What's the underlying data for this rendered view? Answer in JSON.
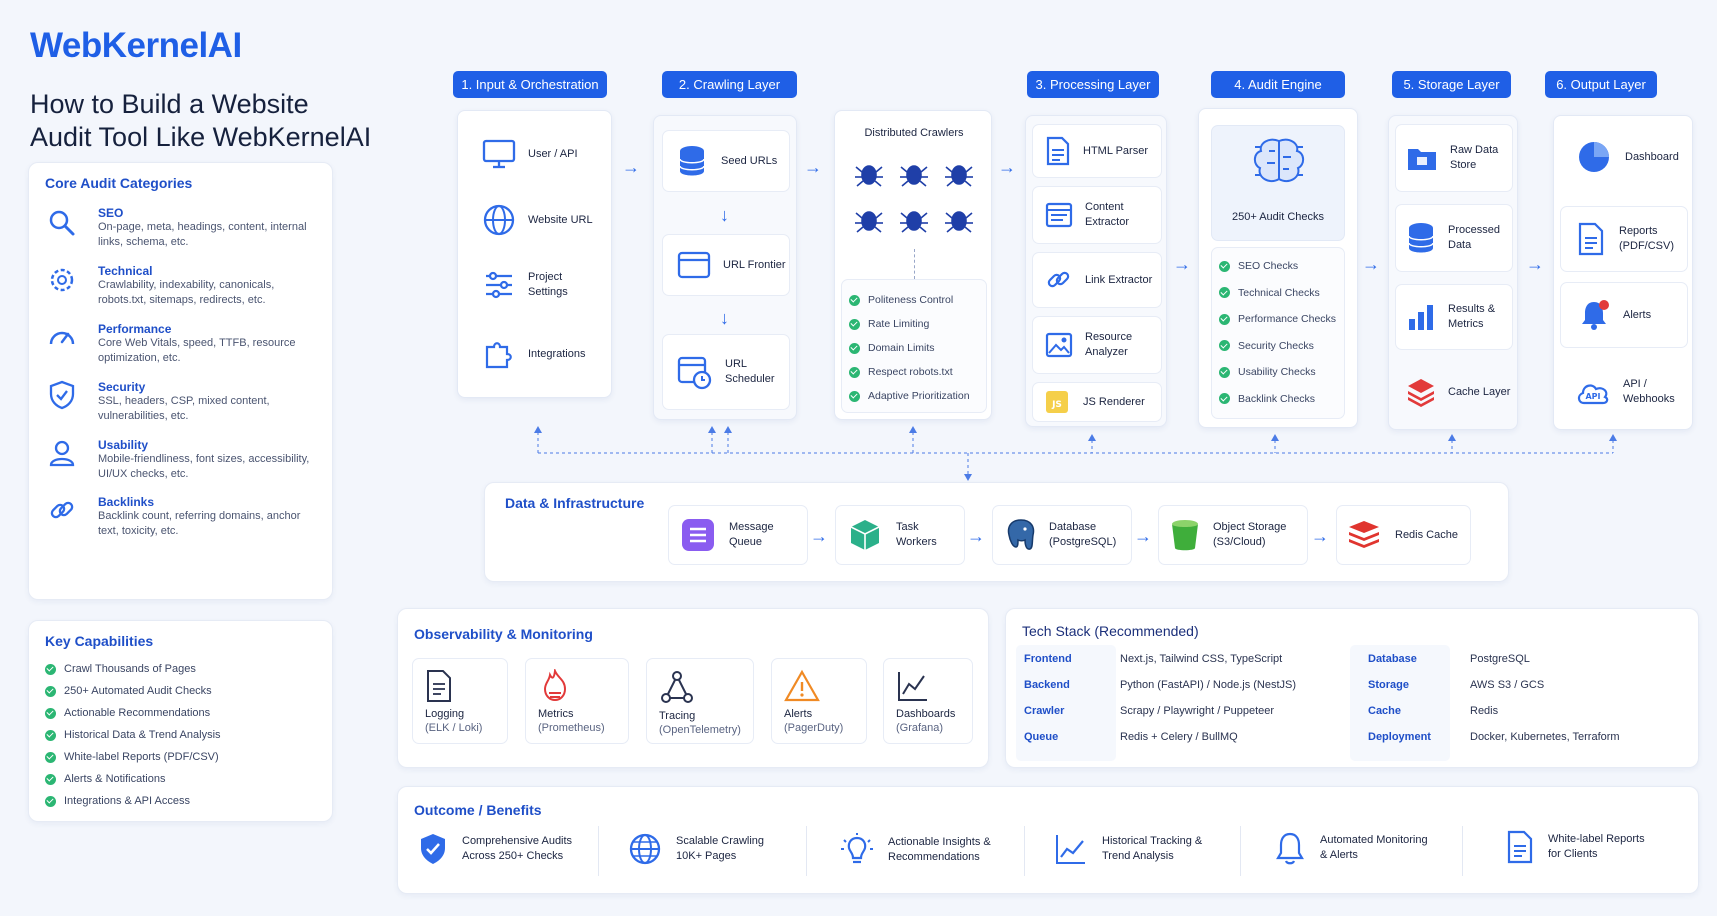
{
  "brand": "WebKernelAI",
  "title_line1": "How to Build a Website",
  "title_line2": "Audit Tool Like WebKernelAI",
  "core": {
    "title": "Core Audit Categories",
    "items": [
      {
        "name": "SEO",
        "desc": "On-page, meta, headings, content, internal links, schema, etc."
      },
      {
        "name": "Technical",
        "desc": "Crawlability, indexability, canonicals, robots.txt, sitemaps, redirects, etc."
      },
      {
        "name": "Performance",
        "desc": "Core Web Vitals, speed, TTFB, resource optimization, etc."
      },
      {
        "name": "Security",
        "desc": "SSL, headers, CSP, mixed content, vulnerabilities, etc."
      },
      {
        "name": "Usability",
        "desc": "Mobile-friendliness, font sizes, accessibility, UI/UX checks, etc."
      },
      {
        "name": "Backlinks",
        "desc": "Backlink count, referring domains, anchor text, toxicity, etc."
      }
    ]
  },
  "caps": {
    "title": "Key Capabilities",
    "items": [
      "Crawl Thousands of Pages",
      "250+ Automated Audit Checks",
      "Actionable Recommendations",
      "Historical Data & Trend Analysis",
      "White-label Reports (PDF/CSV)",
      "Alerts & Notifications",
      "Integrations & API Access"
    ]
  },
  "layers": {
    "l1": "1. Input & Orchestration",
    "l2": "2. Crawling Layer",
    "l3": "3. Processing Layer",
    "l4": "4. Audit Engine",
    "l5": "5. Storage Layer",
    "l6": "6. Output Layer"
  },
  "input": {
    "a": "User / API",
    "b": "Website URL",
    "c1": "Project",
    "c2": "Settings",
    "d": "Integrations"
  },
  "crawl": {
    "seed": "Seed URLs",
    "frontier": "URL Frontier",
    "sched1": "URL",
    "sched2": "Scheduler"
  },
  "dist": {
    "title": "Distributed Crawlers",
    "items": [
      "Politeness Control",
      "Rate Limiting",
      "Domain Limits",
      "Respect robots.txt",
      "Adaptive Prioritization"
    ]
  },
  "proc": {
    "a": "HTML Parser",
    "b1": "Content",
    "b2": "Extractor",
    "c": "Link Extractor",
    "d1": "Resource",
    "d2": "Analyzer",
    "e": "JS Renderer"
  },
  "audit": {
    "main": "250+ Audit Checks",
    "items": [
      "SEO Checks",
      "Technical Checks",
      "Performance Checks",
      "Security Checks",
      "Usability Checks",
      "Backlink Checks"
    ]
  },
  "storage": {
    "a1": "Raw Data",
    "a2": "Store",
    "b1": "Processed",
    "b2": "Data",
    "c1": "Results &",
    "c2": "Metrics",
    "d": "Cache Layer"
  },
  "output": {
    "a": "Dashboard",
    "b1": "Reports",
    "b2": "(PDF/CSV)",
    "c": "Alerts",
    "d1": "API /",
    "d2": "Webhooks"
  },
  "infra": {
    "title": "Data & Infrastructure",
    "mq1": "Message",
    "mq2": "Queue",
    "tw1": "Task",
    "tw2": "Workers",
    "db1": "Database",
    "db2": "(PostgreSQL)",
    "os1": "Object Storage",
    "os2": "(S3/Cloud)",
    "rc": "Redis Cache"
  },
  "obs": {
    "title": "Observability & Monitoring",
    "items": [
      {
        "name": "Logging",
        "sub": "(ELK / Loki)"
      },
      {
        "name": "Metrics",
        "sub": "(Prometheus)"
      },
      {
        "name": "Tracing",
        "sub": "(OpenTelemetry)"
      },
      {
        "name": "Alerts",
        "sub": "(PagerDuty)"
      },
      {
        "name": "Dashboards",
        "sub": "(Grafana)"
      }
    ]
  },
  "tech": {
    "title": "Tech Stack (Recommended)",
    "rows": [
      {
        "k": "Frontend",
        "v": "Next.js, Tailwind CSS, TypeScript",
        "k2": "Database",
        "v2": "PostgreSQL"
      },
      {
        "k": "Backend",
        "v": "Python (FastAPI) / Node.js (NestJS)",
        "k2": "Storage",
        "v2": "AWS S3 / GCS"
      },
      {
        "k": "Crawler",
        "v": "Scrapy / Playwright / Puppeteer",
        "k2": "Cache",
        "v2": "Redis"
      },
      {
        "k": "Queue",
        "v": "Redis + Celery / BullMQ",
        "k2": "Deployment",
        "v2": "Docker, Kubernetes, Terraform"
      }
    ]
  },
  "benefits": {
    "title": "Outcome / Benefits",
    "items": [
      {
        "l1": "Comprehensive Audits",
        "l2": "Across 250+ Checks"
      },
      {
        "l1": "Scalable Crawling",
        "l2": "10K+ Pages"
      },
      {
        "l1": "Actionable Insights &",
        "l2": "Recommendations"
      },
      {
        "l1": "Historical Tracking &",
        "l2": "Trend Analysis"
      },
      {
        "l1": "Automated Monitoring",
        "l2": "& Alerts"
      },
      {
        "l1": "White-label Reports",
        "l2": "for Clients"
      }
    ]
  },
  "colors": {
    "accent": "#1f5fe6",
    "check": "#2bb673",
    "red": "#e23a3a"
  }
}
